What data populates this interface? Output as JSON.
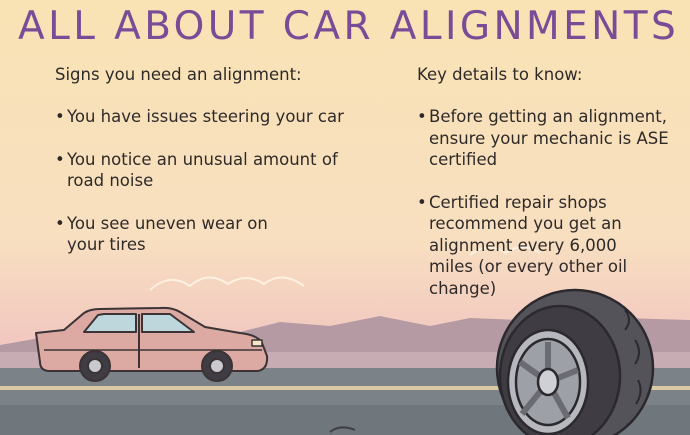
{
  "title": "ALL ABOUT CAR ALIGNMENTS",
  "left_section": {
    "heading": "Signs you need an alignment:",
    "items": [
      "You have issues steering your car",
      "You notice an unusual amount of road noise",
      "You see uneven wear on your tires"
    ]
  },
  "right_section": {
    "heading": "Key details to know:",
    "items": [
      "Before getting an alignment, ensure your mechanic is ASE certified",
      "Certified repair shops recommend you get an alignment every 6,000 miles (or every other oil change)"
    ]
  },
  "bullet": "•",
  "colors": {
    "title": "#7a4b96",
    "text": "#2e2a2a",
    "sky_top": "#f9e3b4",
    "mountains": "#b59aa4",
    "road": "#7b8389",
    "car_body": "#dcaaa3",
    "tire": "#3f3d43"
  },
  "illustrations": [
    "sedan-car",
    "tire",
    "mountains",
    "road"
  ]
}
